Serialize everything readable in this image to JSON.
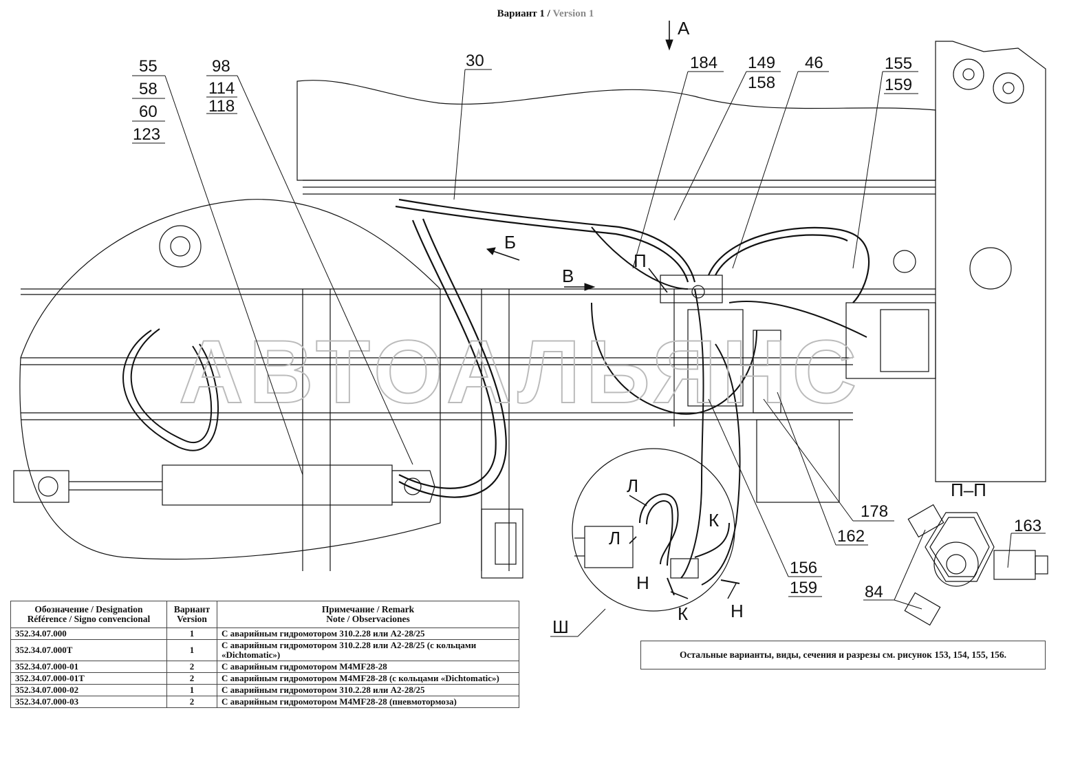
{
  "header": {
    "title": "Вариант 1 /",
    "title_version": "Version 1"
  },
  "view_labels": {
    "a": "А",
    "b": "Б",
    "v": "В",
    "p": "П",
    "l1": "Л",
    "l2": "Л",
    "k1": "К",
    "k2": "К",
    "n1": "Н",
    "n2": "Н",
    "sh": "Ш",
    "pp": "П–П"
  },
  "callouts": {
    "c55": "55",
    "c58": "58",
    "c60": "60",
    "c123": "123",
    "c98": "98",
    "c114": "114",
    "c118": "118",
    "c30": "30",
    "c184": "184",
    "c149": "149",
    "c158": "158",
    "c46": "46",
    "c155": "155",
    "c159a": "159",
    "c178": "178",
    "c162": "162",
    "c156": "156",
    "c159b": "159",
    "c163": "163",
    "c84": "84"
  },
  "watermark": "АВТОАЛЬЯНС",
  "variants_table": {
    "headers": {
      "designation": "Обозначение / Designation\nRéférence / Signo convencional",
      "version": "Вариант\nVersion",
      "remark": "Примечание / Remark\nNote / Observaciones"
    },
    "rows": [
      {
        "designation": "352.34.07.000",
        "version": "1",
        "remark": "С аварийным гидромотором 310.2.28 или A2-28/25"
      },
      {
        "designation": "352.34.07.000T",
        "version": "1",
        "remark": "С аварийным гидромотором 310.2.28 или A2-28/25 (с кольцами «Dichtomatic»)"
      },
      {
        "designation": "352.34.07.000-01",
        "version": "2",
        "remark": "С аварийным гидромотором M4MF28-28"
      },
      {
        "designation": "352.34.07.000-01T",
        "version": "2",
        "remark": "С аварийным гидромотором M4MF28-28 (с кольцами «Dichtomatic»)"
      },
      {
        "designation": "352.34.07.000-02",
        "version": "1",
        "remark": "С аварийным гидромотором 310.2.28 или A2-28/25"
      },
      {
        "designation": "352.34.07.000-03",
        "version": "2",
        "remark": "С аварийным гидромотором M4MF28-28 (пневмотормоза)"
      }
    ]
  },
  "note": "Остальные варианты, виды, сечения и разрезы см. рисунок 153, 154, 155, 156.",
  "colors": {
    "ink": "#111111",
    "watermark": "#bbbbbb",
    "version_grey": "#8a8a8a"
  }
}
